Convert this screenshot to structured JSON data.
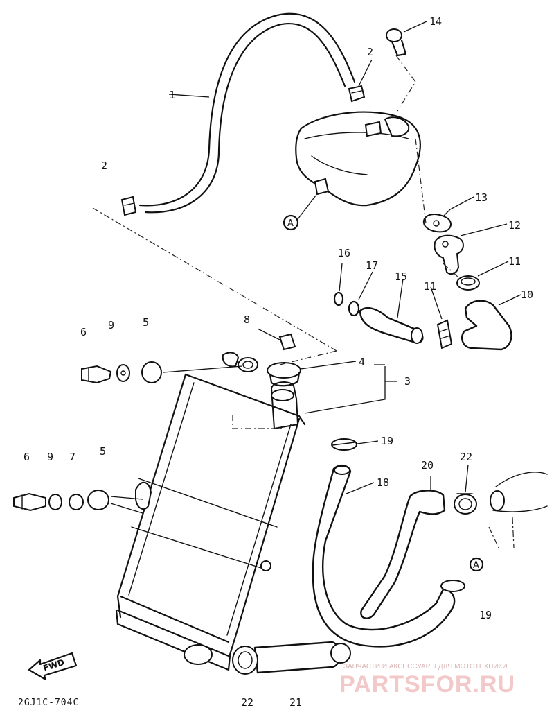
{
  "diagram": {
    "part_code": "2GJ1C-704C",
    "fwd_label": "FWD",
    "view_marker_a": "A",
    "callouts": {
      "c1": "1",
      "c2a": "2",
      "c2b": "2",
      "c3": "3",
      "c4": "4",
      "c5a": "5",
      "c5b": "5",
      "c6a": "6",
      "c6b": "6",
      "c7": "7",
      "c8": "8",
      "c9a": "9",
      "c9b": "9",
      "c10": "10",
      "c11a": "11",
      "c11b": "11",
      "c12": "12",
      "c13": "13",
      "c14": "14",
      "c15": "15",
      "c16": "16",
      "c17": "17",
      "c18": "18",
      "c19a": "19",
      "c19b": "19",
      "c20": "20",
      "c21": "21",
      "c22a": "22",
      "c22b": "22"
    }
  },
  "watermark": {
    "tagline": "ЗАПЧАСТИ И АКСЕССУАРЫ ДЛЯ МОТОТЕХНИКИ",
    "brand": "PARTSFOR.RU"
  }
}
